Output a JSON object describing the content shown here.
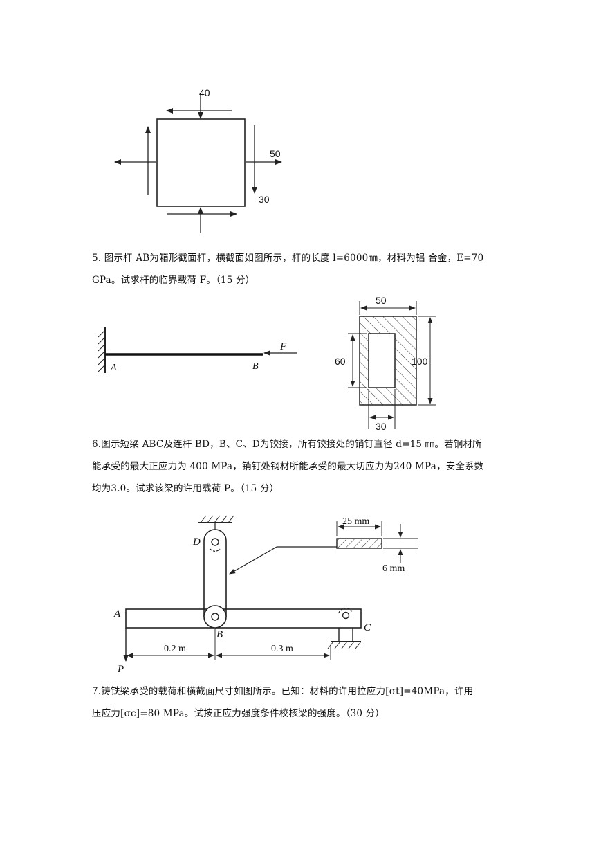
{
  "figure1": {
    "label_top": "40",
    "label_right": "50",
    "label_bottom_right": "30"
  },
  "problem5": {
    "line1": "5. 图示杆 AB为箱形截面杆，横截面如图所示，杆的长度 l=6000㎜，材料为铝 合金，E=70",
    "line2": "GPa。试求杆的临界载荷 F。（15 分）"
  },
  "figure2": {
    "label_A": "A",
    "label_B": "B",
    "label_F": "F",
    "dim_width": "50",
    "dim_inner_height": "60",
    "dim_height": "100",
    "dim_inner_width": "30"
  },
  "problem6": {
    "line1": "6.图示短梁 ABC及连杆 BD，B、C、D为铰接，所有铰接处的销钉直径 d=15 ㎜。若钢材所",
    "line2": "能承受的最大正应力为 400 MPa，销钉处钢材所能承受的最大切应力为240 MPa，安全系数",
    "line3": "均为3.0。试求该梁的许用载荷 P。（15 分）"
  },
  "figure3": {
    "label_D": "D",
    "label_A": "A",
    "label_B": "B",
    "label_C": "C",
    "label_P": "P",
    "dim_bar_width": "25 mm",
    "dim_bar_thickness": "6 mm",
    "dim_AB": "0.2 m",
    "dim_BC": "0.3 m"
  },
  "problem7": {
    "line1": "7.铸铁梁承受的载荷和横截面尺寸如图所示。已知：材料的许用拉应力[σt]=40MPa，许用",
    "line2": "压应力[σc]=80 MPa。试按正应力强度条件校核梁的强度。（30 分）"
  }
}
